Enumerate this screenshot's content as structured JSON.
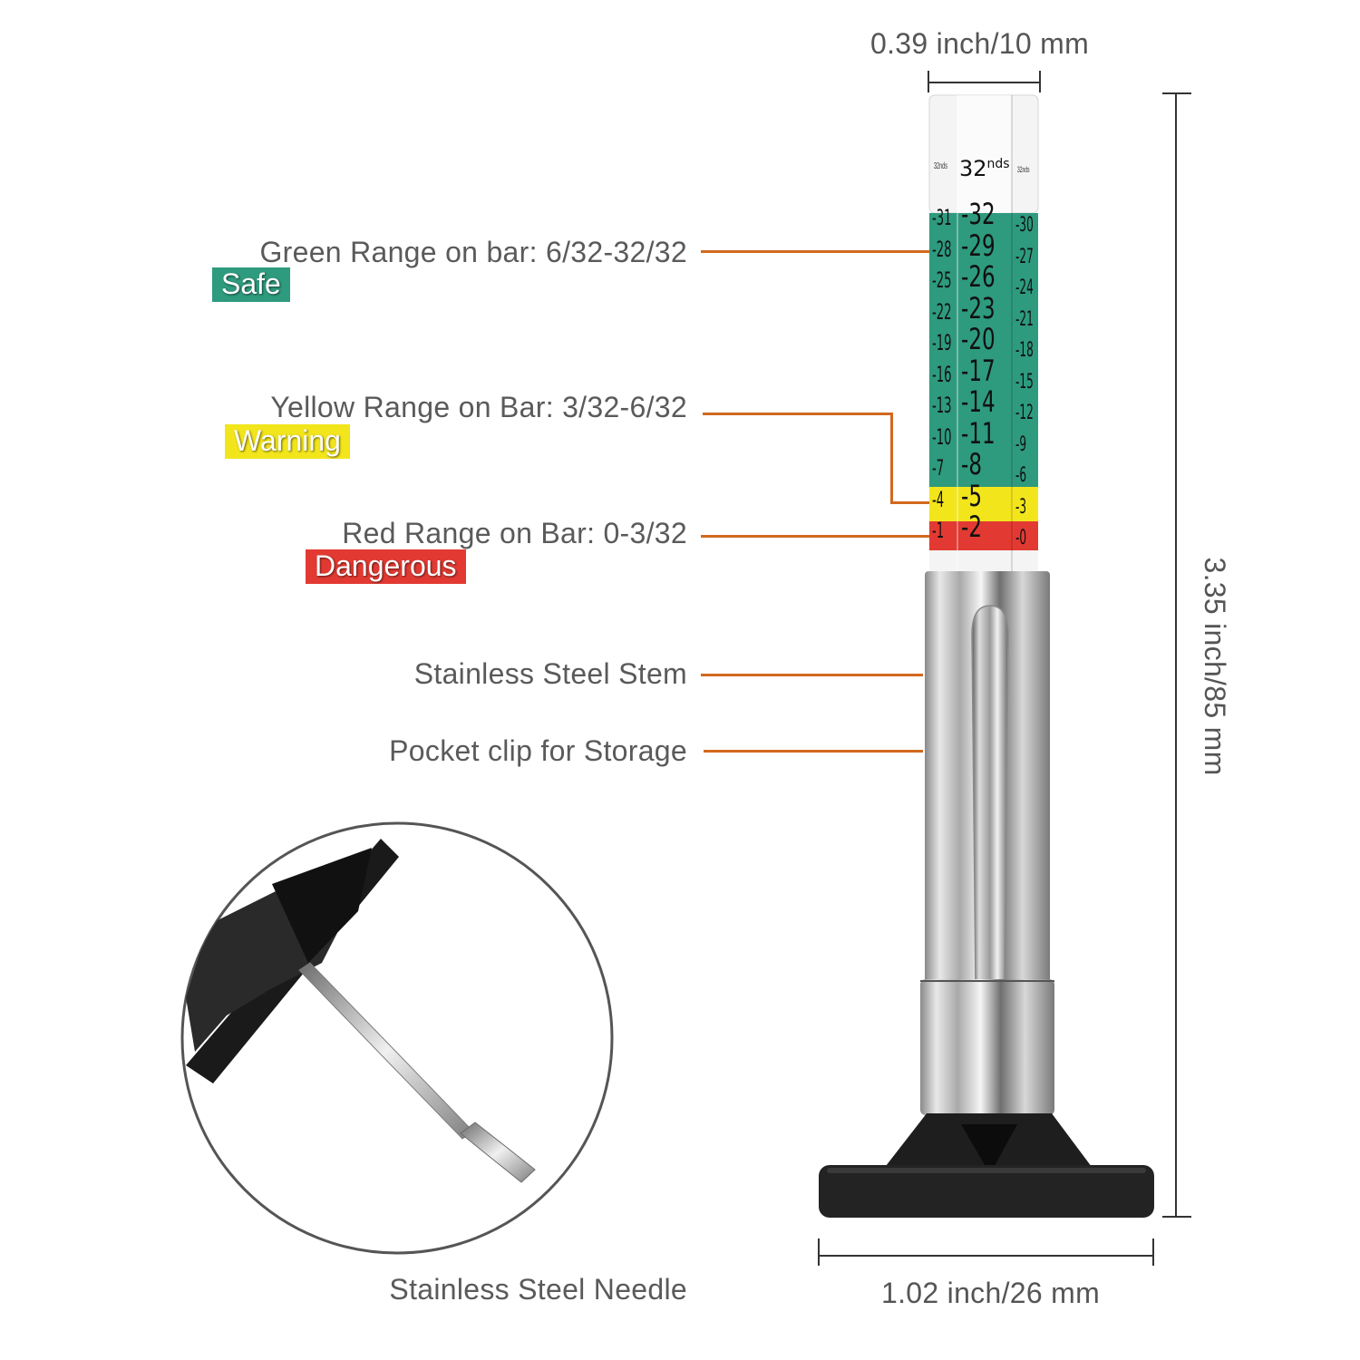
{
  "dimensions": {
    "width_top": "0.39 inch/10 mm",
    "height_side": "3.35 inch/85 mm",
    "width_bottom": "1.02 inch/26 mm"
  },
  "callouts": {
    "green": {
      "label": "Green Range on bar: 6/32-32/32",
      "badge": "Safe",
      "color": "#2e9a7e"
    },
    "yellow": {
      "label": "Yellow Range on Bar: 3/32-6/32",
      "badge": "Warning",
      "color": "#f2e51c"
    },
    "red": {
      "label": "Red Range on Bar: 0-3/32",
      "badge": "Dangerous",
      "color": "#e23a32"
    },
    "stem": {
      "label": "Stainless Steel Stem"
    },
    "clip": {
      "label": "Pocket clip for Storage"
    },
    "needle": {
      "label": "Stainless Steel Needle"
    }
  },
  "gauge": {
    "unit_main": "32",
    "unit_sup": "nds",
    "unit_left": "32nds",
    "unit_right": "32nds",
    "center_scale": [
      "32",
      "29",
      "26",
      "23",
      "20",
      "17",
      "14",
      "11",
      "8",
      "5",
      "2"
    ],
    "left_scale": [
      "31",
      "28",
      "25",
      "22",
      "19",
      "16",
      "13",
      "10",
      "7",
      "4",
      "1"
    ],
    "right_scale": [
      "30",
      "27",
      "24",
      "21",
      "18",
      "15",
      "12",
      "9",
      "6",
      "3",
      "0"
    ]
  },
  "colors": {
    "leader": "#d2691e",
    "green": "#2e9a7e",
    "yellow": "#f2e51c",
    "red": "#e23a32"
  }
}
